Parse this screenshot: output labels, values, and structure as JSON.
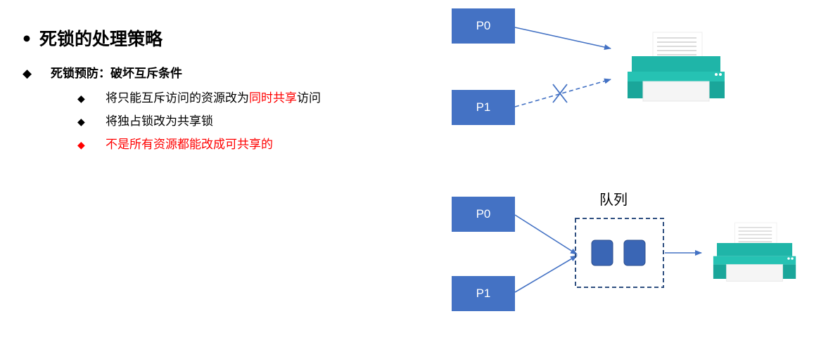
{
  "slide": {
    "bullet": "•",
    "title": "死锁的处理策略",
    "level1_marker": "◆",
    "level1_text": "死锁预防：破坏互斥条件",
    "sub_marker": "◆",
    "sub1_part1": "将只能互斥访问的资源改为",
    "sub1_highlight": "同时共享",
    "sub1_part2": "访问",
    "sub2": "将独占锁改为共享锁",
    "sub3": "不是所有资源都能改成可共享的"
  },
  "diagram_top": {
    "p0": "P0",
    "p1": "P1"
  },
  "diagram_bottom": {
    "p0": "P0",
    "p1": "P1",
    "queue_label": "队列"
  },
  "colors": {
    "process_box": "#4472c4",
    "arrow": "#4472c4",
    "queue_item": "#3a66b5",
    "printer": "#1fb5a8",
    "highlight": "#ff0000"
  },
  "icons": [
    "printer-icon",
    "blocked-x-icon"
  ]
}
